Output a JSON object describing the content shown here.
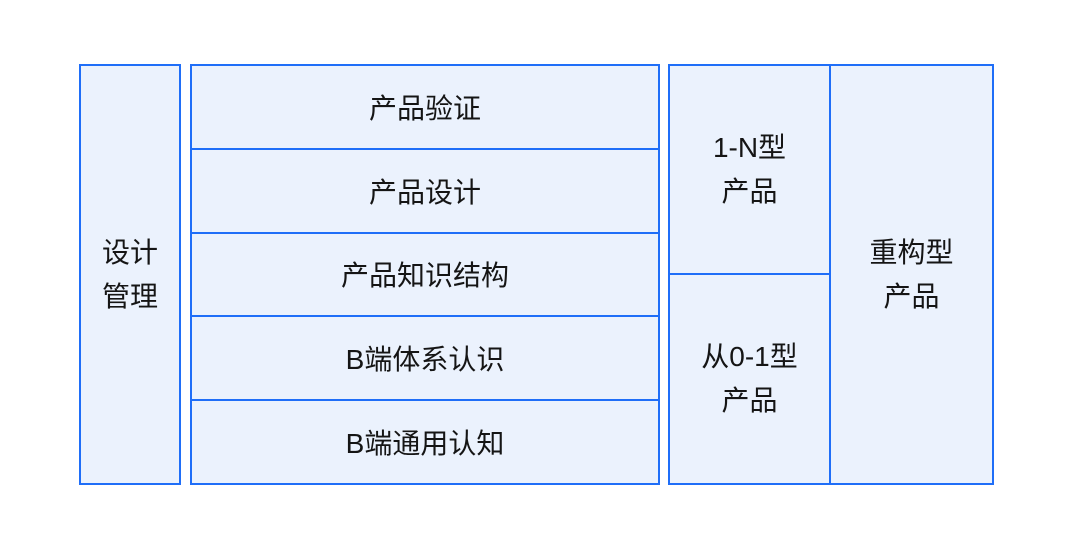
{
  "diagram": {
    "left_box": {
      "lines": [
        "设计",
        "管理"
      ]
    },
    "middle_rows": [
      "产品验证",
      "产品设计",
      "产品知识结构",
      "B端体系认识",
      "B端通用认知"
    ],
    "right_group": {
      "top_cell": {
        "lines": [
          "1-N型",
          "产品"
        ]
      },
      "bottom_cell": {
        "lines": [
          "从0-1型",
          "产品"
        ]
      },
      "side_cell": {
        "lines": [
          "重构型",
          "产品"
        ]
      }
    },
    "colors": {
      "border": "#1f6ef8",
      "fill": "#ebf2fd",
      "text": "#151515",
      "background": "#ffffff"
    }
  }
}
